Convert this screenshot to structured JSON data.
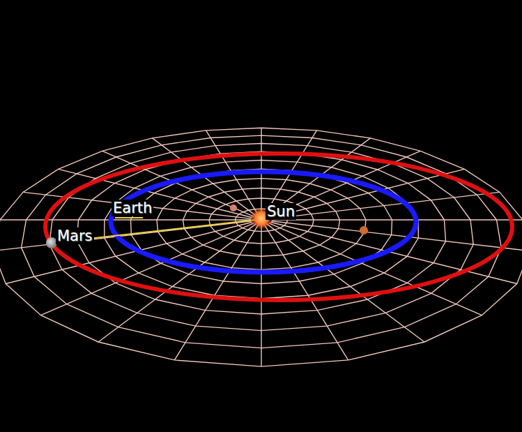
{
  "diagram": {
    "labels": [
      "Earth",
      "Sun",
      "Mars"
    ]
  }
}
